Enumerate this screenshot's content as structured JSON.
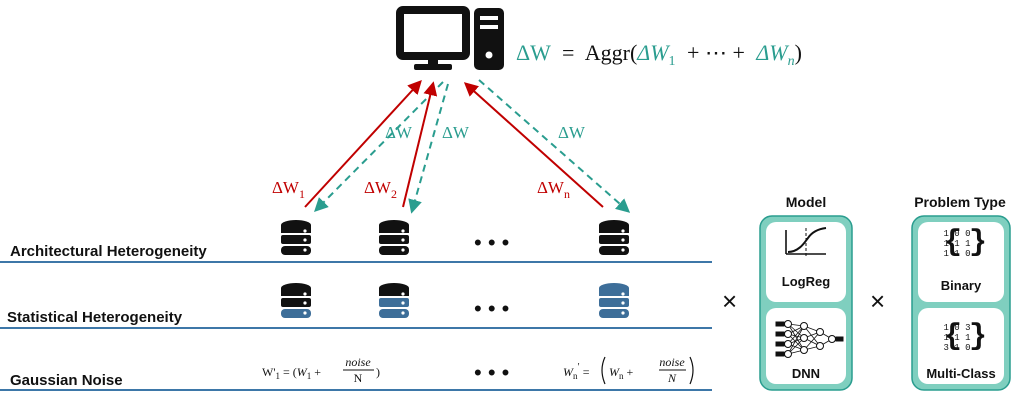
{
  "colors": {
    "teal": "#2a9d8f",
    "red": "#c00000",
    "black": "#111111",
    "blue_line": "#3d77a8",
    "panel_fill": "#7fcfbf",
    "panel_inner": "#ffffff",
    "db_blue": "#3d6e99"
  },
  "server": {
    "icons": [
      "monitor-icon",
      "tower-icon"
    ],
    "formula_lhs": "ΔW",
    "formula_eq": "=",
    "formula_fn": "Aggr(",
    "formula_w1": "ΔW",
    "formula_w1_sub": "1",
    "formula_dots": "+ ⋯ +",
    "formula_wn": "ΔW",
    "formula_wn_sub": "n",
    "formula_close": ")"
  },
  "arrows": {
    "up1": "ΔW",
    "up1_sub": "1",
    "up2": "ΔW",
    "up2_sub": "2",
    "upn": "ΔW",
    "upn_sub": "n",
    "down1": "ΔW",
    "down2": "ΔW",
    "downn": "ΔW"
  },
  "rows": {
    "architectural": "Architectural Heterogeneity",
    "statistical": "Statistical Heterogeneity",
    "gaussian": "Gaussian Noise",
    "ellipsis": "• • •"
  },
  "noise": {
    "left_w": "W'",
    "left_sub": "1",
    "left_eq": " = (",
    "left_w1": "W",
    "left_w1_sub": "1",
    "left_plus": " + ",
    "left_num": "noise",
    "left_den": "N",
    "left_close": ")",
    "right_w": "W",
    "right_w_sub": "n",
    "right_prime": "′",
    "right_eq": " = ",
    "right_wn": "W",
    "right_wn_sub": "n",
    "right_plus": " + ",
    "right_num": "noise",
    "right_den": "N"
  },
  "times": "×",
  "model_panel": {
    "title": "Model",
    "item1": "LogReg",
    "item2": "DNN"
  },
  "problem_panel": {
    "title": "Problem Type",
    "item1": "Binary",
    "item2": "Multi-Class",
    "matrix1": [
      "1 0 0",
      "1 1 1",
      "1 1 0"
    ],
    "matrix2": [
      "1 0 3",
      "1 1 1",
      "3 1 0"
    ]
  }
}
